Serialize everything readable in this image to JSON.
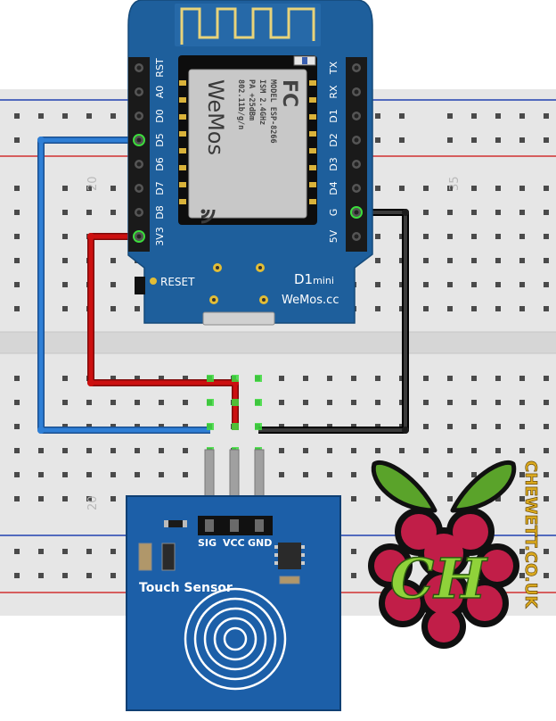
{
  "board": {
    "left_pins": [
      "RST",
      "A0",
      "D0",
      "D5",
      "D6",
      "D7",
      "D8",
      "3V3"
    ],
    "right_pins": [
      "TX",
      "RX",
      "D1",
      "D2",
      "D3",
      "D4",
      "G",
      "5V"
    ],
    "reset_label": "RESET",
    "title": "D1",
    "title_small": "mini",
    "website": "WeMos.cc",
    "module_brand": "WeMos",
    "module_fcc": "FC",
    "module_lines": [
      "MODEL ESP-8266",
      "ISM 2.4GHz",
      "PA +25dBm",
      "802.11b/g/n"
    ]
  },
  "breadboard": {
    "column_numbers": [
      "20",
      "35",
      "20"
    ]
  },
  "sensor": {
    "pin_labels": [
      "SIG",
      "VCC",
      "GND"
    ],
    "title": "Touch Sensor"
  },
  "logo": {
    "monogram": "CH",
    "vertical_text": "CHEWETT.CO.UK"
  },
  "colors": {
    "board": "#1e5f9c",
    "breadboard": "#e6e6e6",
    "wire_signal": "#2f7fd6",
    "wire_power": "#cc1010",
    "wire_ground": "#1a1a1a",
    "sensor": "#1c5fa8",
    "rail_red": "#d03030",
    "rail_blue": "#2040b0",
    "berry": "#c11e48",
    "leaf": "#5aa32a",
    "logo_text": "#d9a81e"
  }
}
